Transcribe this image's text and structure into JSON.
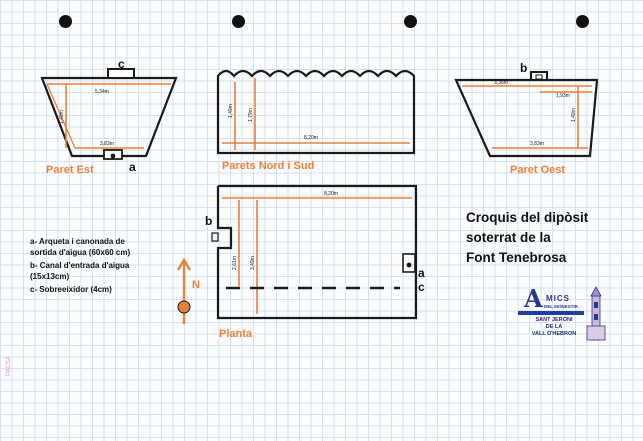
{
  "diagram": {
    "walls": {
      "east": {
        "label": "Paret Est",
        "dim_top": "5,34m",
        "dim_height": "1,49m",
        "dim_bottom": "3,83m",
        "marker_top": "c",
        "marker_bottom": "a"
      },
      "north_south": {
        "label": "Parets Nord i Sud",
        "dim_height_1": "1,49m",
        "dim_height_2": "1,79m",
        "dim_length": "8,20m"
      },
      "west": {
        "label": "Paret Oest",
        "dim_top_1": "3,36m",
        "dim_top_2": "1,93m",
        "dim_height": "1,49m",
        "dim_bottom": "3,83m",
        "marker_top": "b"
      }
    },
    "plan": {
      "label": "Planta",
      "dim_length": "8,20m",
      "dim_width_1": "2,61m",
      "dim_width_2": "3,49m",
      "marker_left": "b",
      "marker_right_1": "a",
      "marker_right_2": "c",
      "north_label": "N"
    },
    "legend": {
      "a": "a- Arqueta i canonada de sortida d'aigua (60x60 cm)",
      "b": "b- Canal d'entrada d'aigua (15x13cm)",
      "c": "c- Sobreeixidor (4cm)"
    },
    "title": {
      "line1": "Croquis del dipòsit",
      "line2": "soterrat de la",
      "line3": "Font Tenebrosa"
    },
    "logo": {
      "big_letter": "A",
      "word": "MICS",
      "subtitle": "DEL MONESTIR",
      "line1": "SANT JERONI",
      "line2": "DE LA",
      "line3": "VALL D'HEBRON"
    },
    "side_text": "PACSA",
    "colors": {
      "ink": "#1a1a1a",
      "dimension": "#e8823a",
      "logo": "#2a3a8a"
    }
  }
}
